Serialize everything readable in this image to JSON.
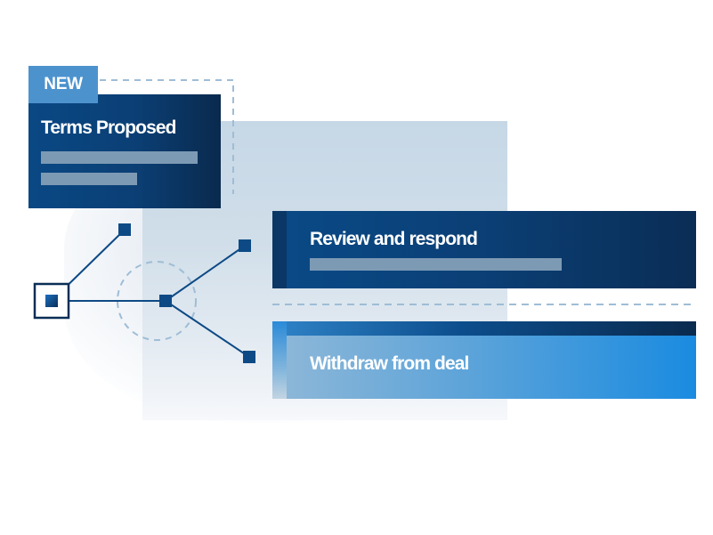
{
  "badge": {
    "label": "NEW"
  },
  "cards": {
    "terms": {
      "title": "Terms Proposed"
    },
    "review": {
      "title": "Review and respond"
    },
    "withdraw": {
      "title": "Withdraw from deal"
    }
  },
  "colors": {
    "navy": "#0b3f75",
    "badge_blue": "#4c93ce",
    "bright_blue": "#1a8be0",
    "node_blue": "#0d4a85",
    "dashed_line": "#9fbdd6",
    "placeholder_bar": "#7d9ab4"
  },
  "icons": {
    "start_node": "square-node-icon",
    "branch_node": "square-node-icon"
  }
}
